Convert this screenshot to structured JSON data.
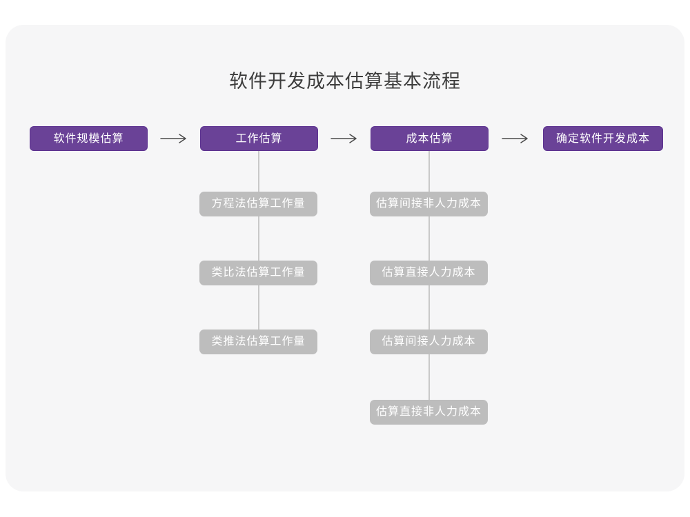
{
  "title": "软件开发成本估算基本流程",
  "flow": {
    "main_steps": [
      {
        "label": "软件规模估算"
      },
      {
        "label": "工作估算"
      },
      {
        "label": "成本估算"
      },
      {
        "label": "确定软件开发成本"
      }
    ],
    "work_estimation_substeps": [
      "方程法估算工作量",
      "类比法估算工作量",
      "类推法估算工作量"
    ],
    "cost_estimation_substeps": [
      "估算间接非人力成本",
      "估算直接人力成本",
      "估算间接人力成本",
      "估算直接非人力成本"
    ]
  },
  "colors": {
    "primary_box_bg": "#6a4297",
    "primary_box_border": "#5d3390",
    "sub_box_bg": "#bdbdbd",
    "box_text": "#ffffff",
    "connector_line": "#c9c9c9",
    "arrow": "#4a4a4a",
    "card_bg": "#f6f6f7",
    "page_bg": "#ffffff",
    "title_text": "#3c3c3c"
  }
}
